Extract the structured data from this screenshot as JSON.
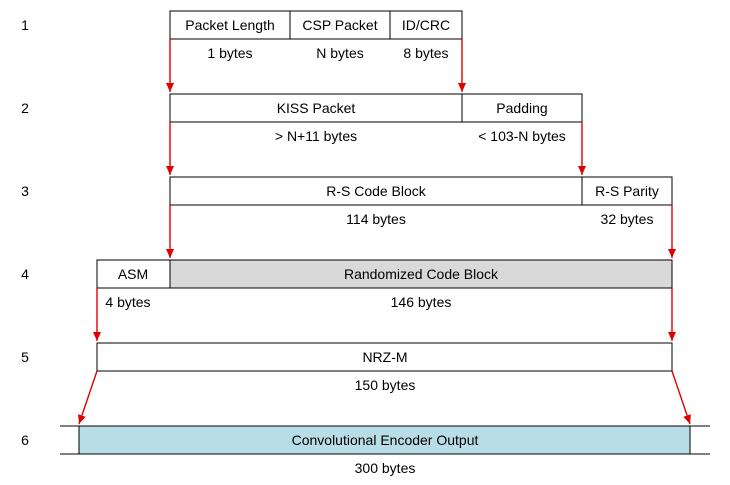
{
  "colors": {
    "arrow": "#e00000",
    "randomized_fill": "#d9d9d9",
    "convolutional_fill": "#b8dde6",
    "box_fill": "#ffffff",
    "border": "#000000"
  },
  "rows": [
    {
      "number": "1",
      "segments": [
        {
          "label": "Packet Length",
          "size": "1 bytes"
        },
        {
          "label": "CSP Packet",
          "size": "N bytes"
        },
        {
          "label": "ID/CRC",
          "size": "8 bytes"
        }
      ]
    },
    {
      "number": "2",
      "segments": [
        {
          "label": "KISS Packet",
          "size": "> N+11 bytes"
        },
        {
          "label": "Padding",
          "size": "< 103-N bytes"
        }
      ]
    },
    {
      "number": "3",
      "segments": [
        {
          "label": "R-S Code Block",
          "size": "114 bytes"
        },
        {
          "label": "R-S Parity",
          "size": "32 bytes"
        }
      ]
    },
    {
      "number": "4",
      "segments": [
        {
          "label": "ASM",
          "size": "4 bytes"
        },
        {
          "label": "Randomized Code Block",
          "size": "146 bytes"
        }
      ]
    },
    {
      "number": "5",
      "segments": [
        {
          "label": "NRZ-M",
          "size": "150 bytes"
        }
      ]
    },
    {
      "number": "6",
      "segments": [
        {
          "label": "Convolutional Encoder Output",
          "size": "300 bytes"
        }
      ]
    }
  ]
}
